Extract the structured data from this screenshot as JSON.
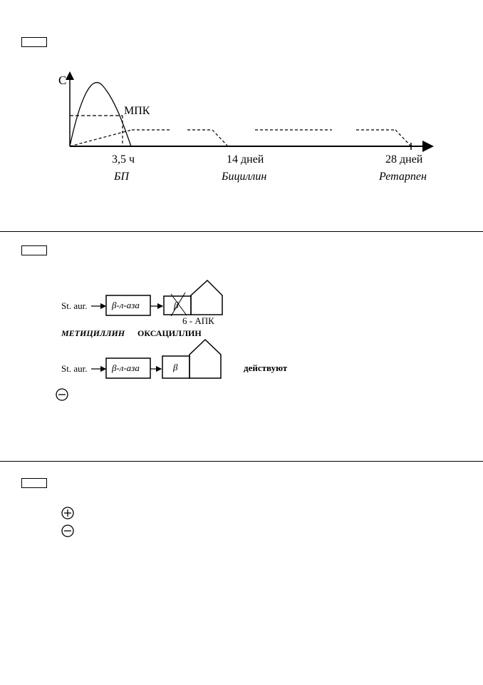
{
  "section1": {
    "chart_data": {
      "type": "line",
      "ylabel": "C",
      "mpk_label": "МПК",
      "x_ticks": [
        "3,5 ч",
        "14 дней",
        "28 дней"
      ],
      "drug_labels": [
        "БП",
        "Бициллин",
        "Ретарпен"
      ]
    }
  },
  "section2": {
    "row1": {
      "organism": "St. aur.",
      "enzyme": "β-л-аза",
      "beta": "β",
      "apk_label": "6 - АПК"
    },
    "drugs": {
      "drug1": "МЕТИЦИЛЛИН",
      "drug2": "ОКСАЦИЛЛИН"
    },
    "row2": {
      "organism": "St. aur.",
      "enzyme": "β-л-аза",
      "beta": "β",
      "action": "действуют"
    },
    "minus_icon": "⊖"
  },
  "section3": {
    "plus_icon": "⊕",
    "minus_icon": "⊖"
  }
}
